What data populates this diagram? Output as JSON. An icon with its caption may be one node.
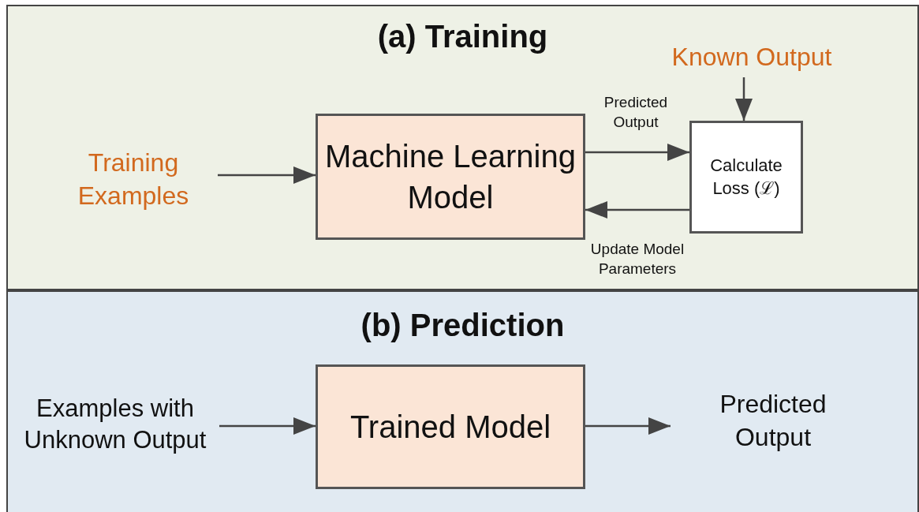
{
  "diagram": {
    "nodes": [
      {
        "text": [
          "(a) Training"
        ]
      },
      {
        "text": [
          "Training Examples"
        ],
        "in": 0
      },
      {
        "text": [
          "Machine Learning Model"
        ],
        "in": 0
      },
      {
        "text": [
          "Calculate Loss (ℒ)"
        ],
        "in": 0
      },
      {
        "text": [
          "Known Output"
        ],
        "in": 0
      },
      {
        "text": [
          "(b) Prediction"
        ]
      },
      {
        "text": [
          "Examples with Unknown Output"
        ],
        "in": 5
      },
      {
        "text": [
          "Trained Model"
        ],
        "in": 5
      },
      {
        "text": [
          "Predicted Output"
        ],
        "in": 5
      }
    ],
    "edges": [
      {
        "from": 1,
        "to": 2,
        "arrow": "to"
      },
      {
        "from": 2,
        "to": 3,
        "arrow": "to",
        "label": "Predicted Output"
      },
      {
        "from": 3,
        "to": 2,
        "arrow": "to",
        "label": "Update Model Parameters"
      },
      {
        "from": 4,
        "to": 3,
        "arrow": "to"
      },
      {
        "from": 6,
        "to": 7,
        "arrow": "to"
      },
      {
        "from": 7,
        "to": 8,
        "arrow": "to"
      }
    ]
  }
}
